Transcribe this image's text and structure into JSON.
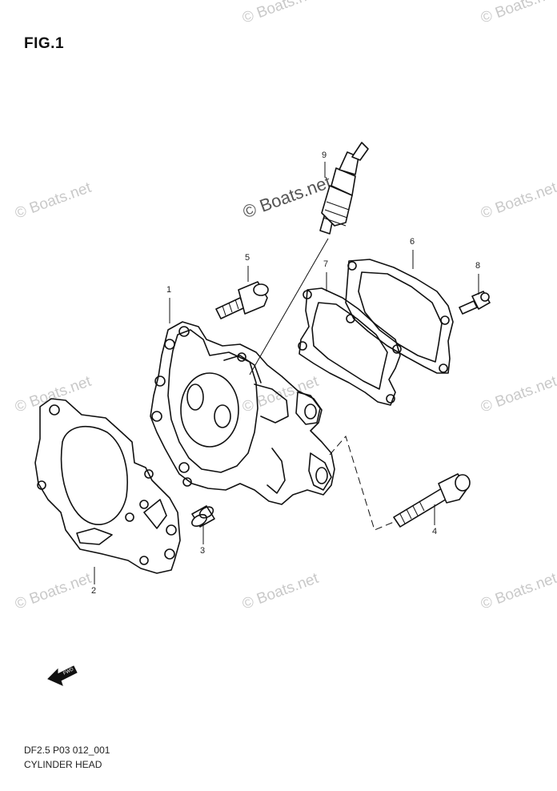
{
  "figure": {
    "title": "FIG.1",
    "code": "DF2.5 P03 012_001",
    "name": "CYLINDER HEAD"
  },
  "watermark": {
    "main": "© Boats.net",
    "repeat": "© Boats.net"
  },
  "parts": [
    {
      "id": "cylinder-head",
      "number": "1"
    },
    {
      "id": "cylinder-head-gasket",
      "number": "2"
    },
    {
      "id": "dowel-pin",
      "number": "3"
    },
    {
      "id": "long-bolt",
      "number": "4"
    },
    {
      "id": "short-bolt",
      "number": "5"
    },
    {
      "id": "cover",
      "number": "6"
    },
    {
      "id": "cover-gasket",
      "number": "7"
    },
    {
      "id": "small-bolt",
      "number": "8"
    },
    {
      "id": "spark-plug",
      "number": "9"
    }
  ],
  "fwd_arrow": {
    "icon": "forward-arrow-icon",
    "label": "FWD"
  }
}
